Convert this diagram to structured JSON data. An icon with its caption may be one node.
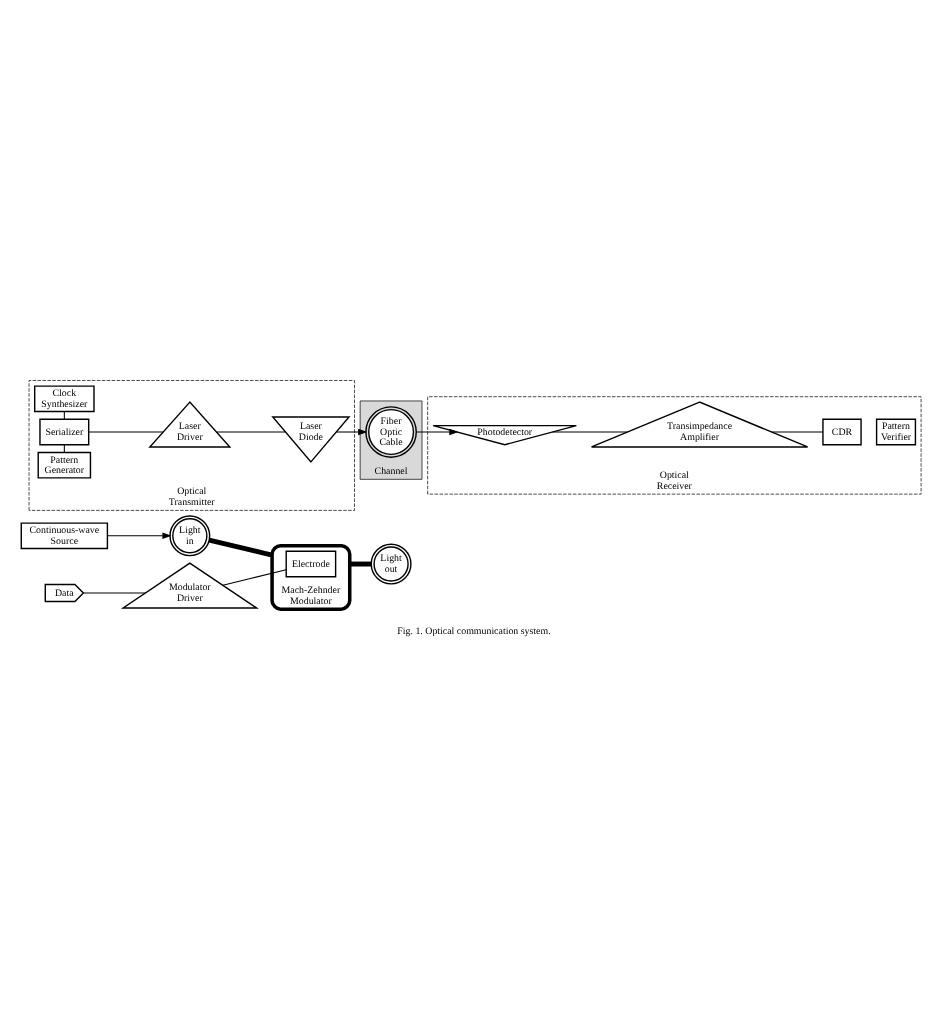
{
  "diagram": {
    "caption": "Fig. 1. Optical communication system.",
    "nodes": [
      {
        "text": [
          "Optical Transmitter"
        ]
      },
      {
        "text": [
          "Pattern Generator"
        ],
        "in": 0
      },
      {
        "text": [
          "Serializer"
        ],
        "in": 0
      },
      {
        "text": [
          "Clock Synthesizer"
        ],
        "in": 0
      },
      {
        "text": [
          "Laser Driver"
        ],
        "in": 0
      },
      {
        "text": [
          "Laser Diode"
        ],
        "in": 0
      },
      {
        "text": [
          "Channel"
        ]
      },
      {
        "text": [
          "Fiber Optic Cable"
        ],
        "in": 6
      },
      {
        "text": [
          "Optical Receiver"
        ]
      },
      {
        "text": [
          "Photodetector"
        ],
        "in": 8
      },
      {
        "text": [
          "Transimpedance Amplifier"
        ],
        "in": 8
      },
      {
        "text": [
          "CDR"
        ],
        "in": 8
      },
      {
        "text": [
          "Pattern Verifier"
        ],
        "in": 8
      },
      {
        "text": [
          "Data"
        ]
      },
      {
        "text": [
          "Modulator Driver"
        ]
      },
      {
        "text": [
          "Mach-Zehnder Modulator"
        ]
      },
      {
        "text": [
          "Electrode"
        ],
        "in": 15
      },
      {
        "text": [
          "Continuous-wave Source"
        ]
      },
      {
        "text": [
          "Light in"
        ]
      },
      {
        "text": [
          "Light out"
        ]
      }
    ],
    "edges": [
      {
        "from": 1,
        "to": 2,
        "arrow": "none"
      },
      {
        "from": 2,
        "to": 3,
        "arrow": "none"
      },
      {
        "from": 2,
        "to": 4,
        "arrow": "none"
      },
      {
        "from": 4,
        "to": 5,
        "arrow": "none"
      },
      {
        "from": 5,
        "to": 7,
        "arrow": "to"
      },
      {
        "from": 7,
        "to": 9,
        "arrow": "to"
      },
      {
        "from": 9,
        "to": 10,
        "arrow": "none"
      },
      {
        "from": 10,
        "to": 11,
        "arrow": "none"
      },
      {
        "from": 13,
        "to": 14,
        "arrow": "none"
      },
      {
        "from": 14,
        "to": 16,
        "arrow": "none"
      },
      {
        "from": 17,
        "to": 18,
        "arrow": "to"
      },
      {
        "from": 18,
        "to": 15,
        "arrow": "none",
        "style": "thick"
      },
      {
        "from": 15,
        "to": 19,
        "arrow": "none",
        "style": "thick"
      }
    ]
  }
}
